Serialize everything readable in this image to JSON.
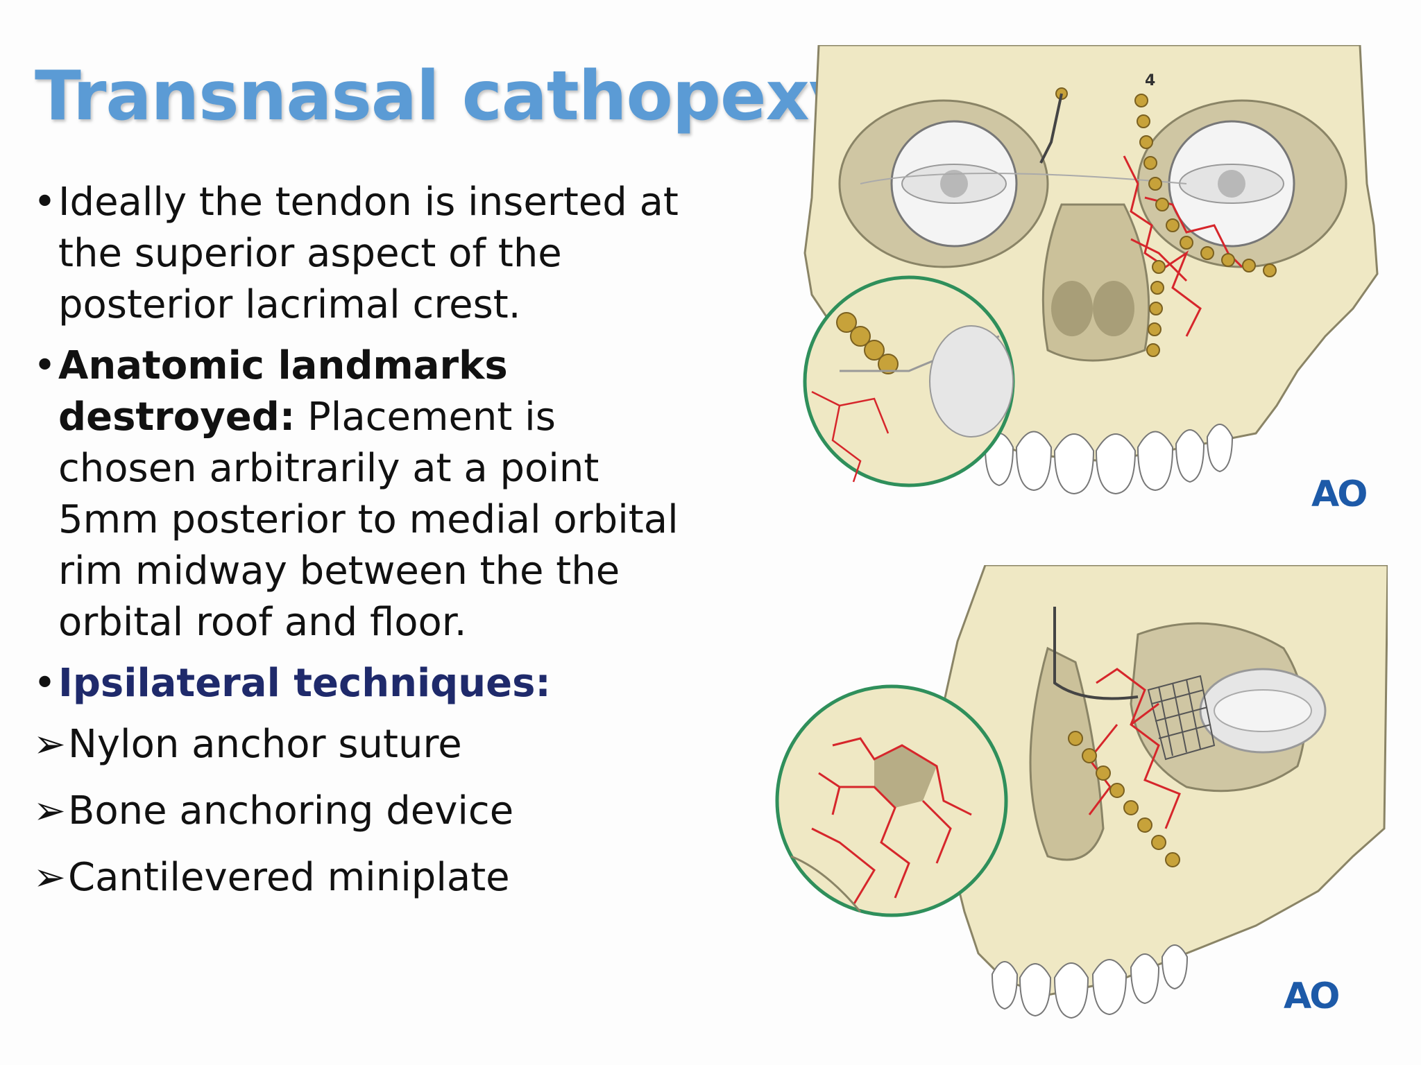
{
  "slide": {
    "title": "Transnasal cathopexy",
    "bullets": [
      {
        "marker": "•",
        "text": " Ideally the tendon is inserted at the superior aspect of the posterior lacrimal crest."
      },
      {
        "marker": "•",
        "lead": "Anatomic landmarks destroyed:",
        "text": " Placement is chosen arbitrarily at a point 5mm posterior to medial orbital rim midway between the the orbital roof and floor."
      },
      {
        "marker": "•",
        "lead": "Ipsilateral techniques:",
        "text": ""
      }
    ],
    "arrow_marker": "➢",
    "techniques": [
      " Nylon anchor suture",
      "Bone anchoring device",
      "Cantilevered miniplate"
    ]
  },
  "figure_top": {
    "logo": "AO",
    "label": "4"
  },
  "figure_bottom": {
    "logo": "AO"
  },
  "colors": {
    "title": "#5b9bd5",
    "navy": "#1f2a6b",
    "bone": "#efe8c4",
    "fracture": "#d6262b",
    "plate": "#c7a23a",
    "ring": "#2f8f5b",
    "logo": "#1d5aa8"
  }
}
